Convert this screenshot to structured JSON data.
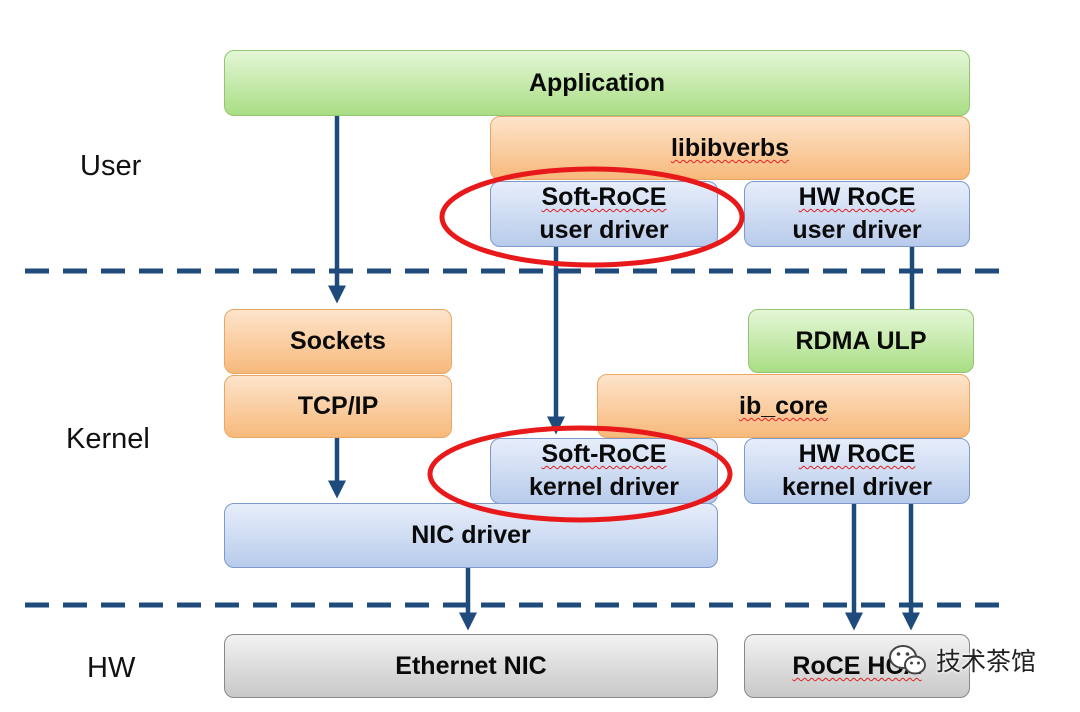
{
  "layers": {
    "user": "User",
    "kernel": "Kernel",
    "hw": "HW"
  },
  "boxes": {
    "application": "Application",
    "libibverbs": "libibverbs",
    "soft_roce_user": [
      "Soft-RoCE",
      "user driver"
    ],
    "hw_roce_user": [
      "HW RoCE",
      "user driver"
    ],
    "sockets": "Sockets",
    "tcp_ip": "TCP/IP",
    "rdma_ulp": "RDMA ULP",
    "ib_core": "ib_core",
    "soft_roce_kernel": [
      "Soft-RoCE",
      "kernel driver"
    ],
    "hw_roce_kernel": [
      "HW RoCE",
      "kernel driver"
    ],
    "nic_driver": "NIC driver",
    "ethernet_nic": "Ethernet NIC",
    "roce_hca": "RoCE HCA"
  },
  "watermark": {
    "text": "技术茶馆",
    "icon": "wechat-icon"
  },
  "colors": {
    "arrow": "#1f4a7c",
    "divider": "#1f4a7c",
    "highlight_ellipse": "#e8191b"
  }
}
